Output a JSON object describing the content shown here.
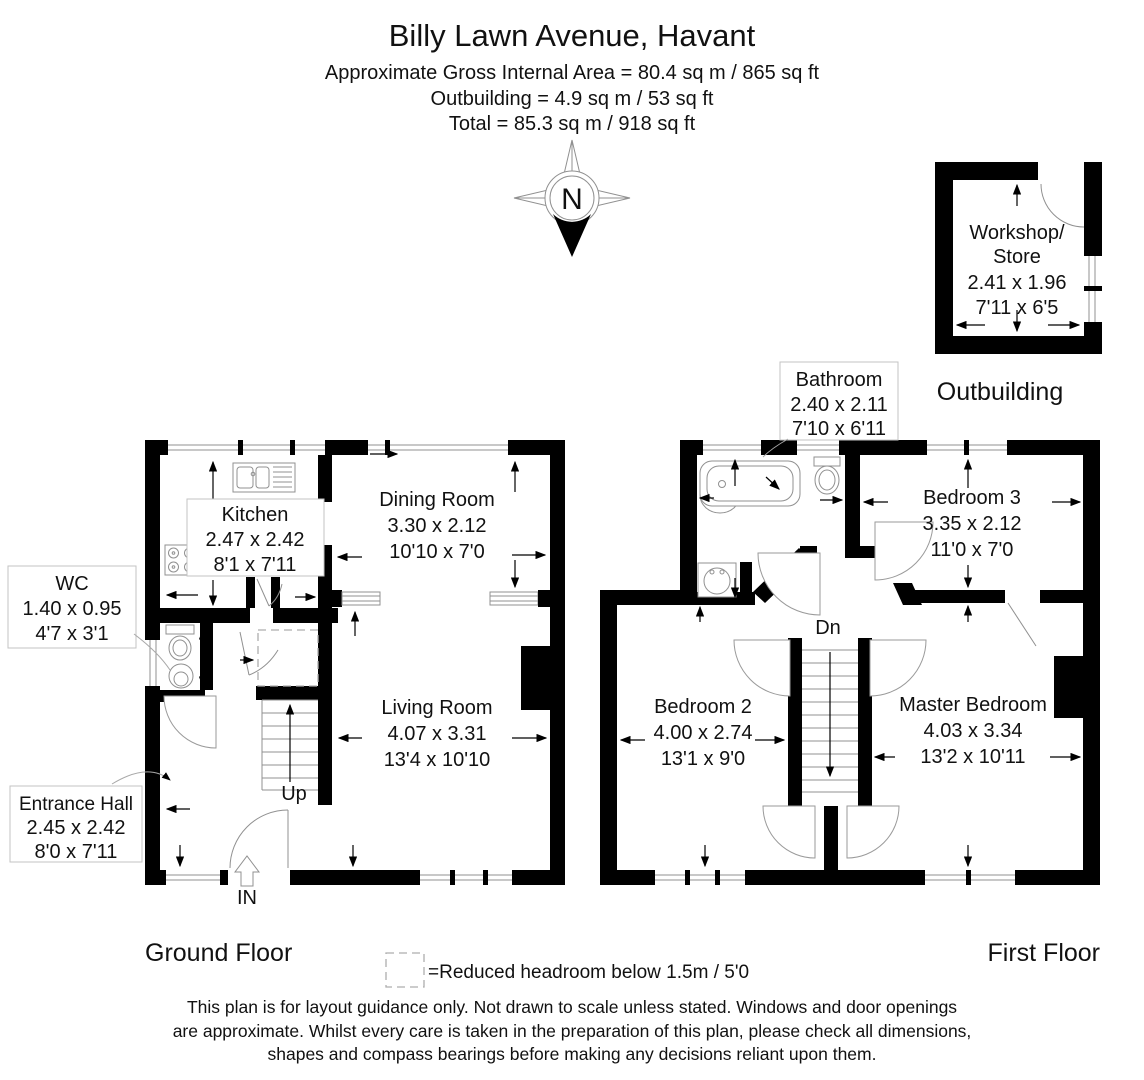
{
  "header": {
    "title": "Billy Lawn Avenue, Havant",
    "area_line1": "Approximate Gross Internal Area = 80.4 sq m / 865 sq ft",
    "area_line2": "Outbuilding = 4.9 sq m / 53 sq ft",
    "area_line3": "Total = 85.3 sq m / 918 sq ft"
  },
  "compass": {
    "north_label": "N"
  },
  "ground_floor": {
    "label": "Ground Floor",
    "stairs_label": "Up",
    "entry_label": "IN",
    "rooms": {
      "kitchen": {
        "name": "Kitchen",
        "metric": "2.47 x 2.42",
        "imperial": "8'1 x 7'11"
      },
      "dining_room": {
        "name": "Dining Room",
        "metric": "3.30 x 2.12",
        "imperial": "10'10 x 7'0"
      },
      "living_room": {
        "name": "Living Room",
        "metric": "4.07 x 3.31",
        "imperial": "13'4 x 10'10"
      },
      "wc": {
        "name": "WC",
        "metric": "1.40 x 0.95",
        "imperial": "4'7 x 3'1"
      },
      "entrance_hall": {
        "name": "Entrance Hall",
        "metric": "2.45 x 2.42",
        "imperial": "8'0 x 7'11"
      }
    }
  },
  "first_floor": {
    "label": "First Floor",
    "stairs_label": "Dn",
    "rooms": {
      "bathroom": {
        "name": "Bathroom",
        "metric": "2.40 x 2.11",
        "imperial": "7'10 x 6'11"
      },
      "bedroom_3": {
        "name": "Bedroom 3",
        "metric": "3.35 x 2.12",
        "imperial": "11'0 x 7'0"
      },
      "bedroom_2": {
        "name": "Bedroom 2",
        "metric": "4.00 x 2.74",
        "imperial": "13'1 x 9'0"
      },
      "master_bedroom": {
        "name": "Master Bedroom",
        "metric": "4.03 x 3.34",
        "imperial": "13'2 x 10'11"
      }
    }
  },
  "outbuilding": {
    "label": "Outbuilding",
    "room": {
      "name_line1": "Workshop/",
      "name_line2": "Store",
      "metric": "2.41 x 1.96",
      "imperial": "7'11 x 6'5"
    }
  },
  "legend": {
    "reduced_headroom": "=Reduced headroom below 1.5m / 5'0"
  },
  "disclaimer": {
    "line1": "This plan is for layout guidance only. Not drawn to scale unless stated. Windows and door openings",
    "line2": "are approximate. Whilst every care is taken in the preparation of this plan, please check all dimensions,",
    "line3": "shapes and compass bearings before making any decisions reliant upon them."
  },
  "colors": {
    "wall": "#000000",
    "background": "#ffffff",
    "line": "#909090"
  }
}
